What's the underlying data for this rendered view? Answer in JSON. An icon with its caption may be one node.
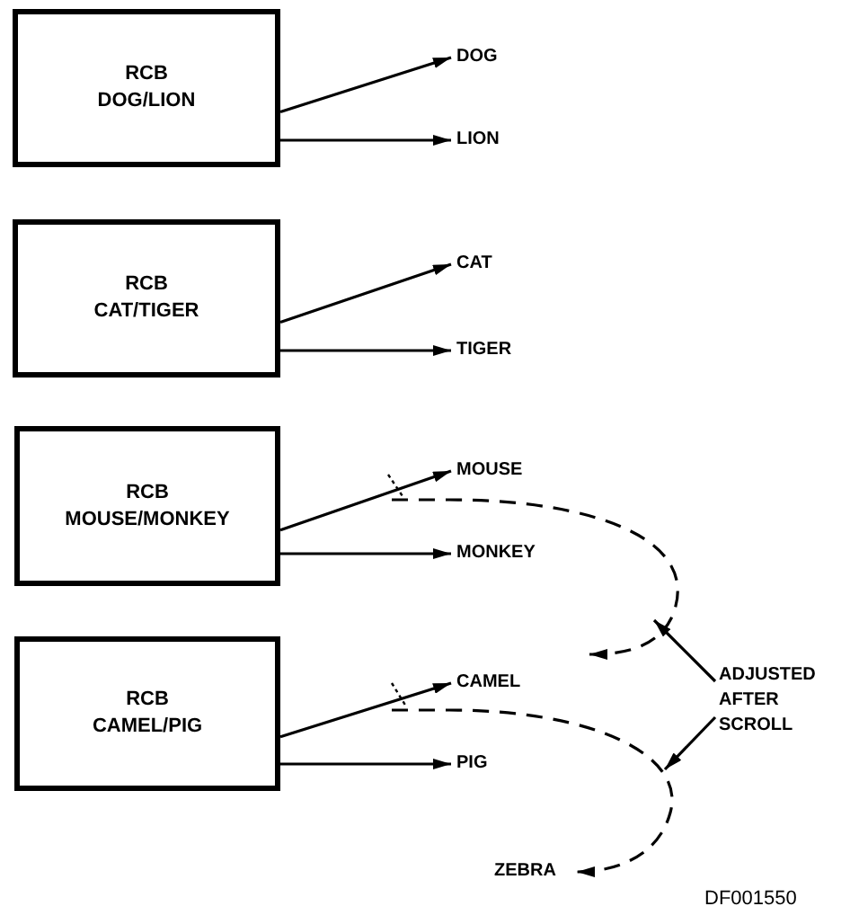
{
  "diagram": {
    "nodes": [
      {
        "text": [
          "RCB",
          "DOG/LION"
        ]
      },
      {
        "text": [
          "DOG"
        ]
      },
      {
        "text": [
          "LION"
        ]
      },
      {
        "text": [
          "RCB",
          "CAT/TIGER"
        ]
      },
      {
        "text": [
          "CAT"
        ]
      },
      {
        "text": [
          "TIGER"
        ]
      },
      {
        "text": [
          "RCB",
          "MOUSE/MONKEY"
        ]
      },
      {
        "text": [
          "MOUSE"
        ]
      },
      {
        "text": [
          "MONKEY"
        ]
      },
      {
        "text": [
          "RCB",
          "CAMEL/PIG"
        ]
      },
      {
        "text": [
          "CAMEL"
        ]
      },
      {
        "text": [
          "PIG"
        ]
      },
      {
        "text": [
          "ZEBRA"
        ]
      },
      {
        "text": [
          "ADJUSTED AFTER SCROLL"
        ]
      }
    ],
    "edges": [
      {
        "from": 0,
        "to": 1,
        "arrow": "to"
      },
      {
        "from": 0,
        "to": 2,
        "arrow": "to"
      },
      {
        "from": 3,
        "to": 4,
        "arrow": "to"
      },
      {
        "from": 3,
        "to": 5,
        "arrow": "to"
      },
      {
        "from": 6,
        "to": 7,
        "arrow": "to"
      },
      {
        "from": 6,
        "to": 8,
        "arrow": "to"
      },
      {
        "from": 9,
        "to": 10,
        "arrow": "to"
      },
      {
        "from": 9,
        "to": 11,
        "arrow": "to"
      },
      {
        "from": 7,
        "to": 10,
        "arrow": "to",
        "style": "dashed"
      },
      {
        "from": 10,
        "to": 12,
        "arrow": "to",
        "style": "dashed"
      },
      {
        "from": 13,
        "to": null,
        "arrow": "to"
      },
      {
        "from": 13,
        "to": null,
        "arrow": "to"
      }
    ],
    "labels": [
      "DF001550"
    ]
  }
}
